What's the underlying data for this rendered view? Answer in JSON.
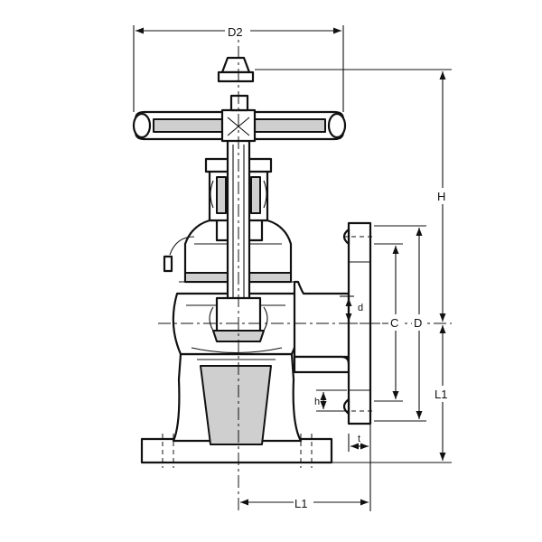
{
  "dimensions": {
    "d2": "D2",
    "h": "H",
    "c": "C",
    "d_outer": "D",
    "d_small": "d",
    "l1_side": "L1",
    "l1_bottom": "L1",
    "h_small": "h",
    "t": "t"
  },
  "colors": {
    "line": "#111111",
    "shade": "#cfcfcf",
    "background": "#ffffff"
  }
}
